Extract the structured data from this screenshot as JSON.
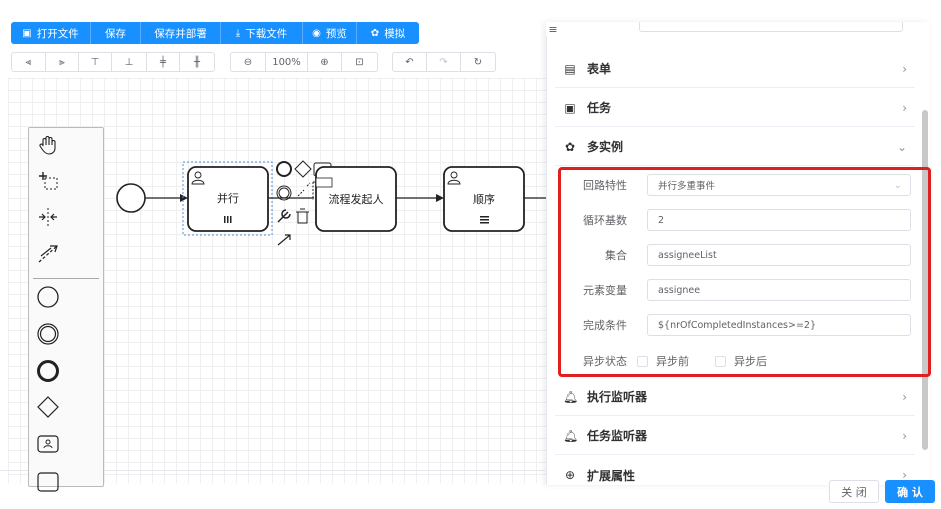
{
  "toolbar": {
    "buttons": [
      {
        "icon": "folder-open-icon",
        "label": "打开文件"
      },
      {
        "icon": "",
        "label": "保存"
      },
      {
        "icon": "",
        "label": "保存并部署"
      },
      {
        "icon": "download-icon",
        "label": "下载文件"
      },
      {
        "icon": "eye-icon",
        "label": "预览"
      },
      {
        "icon": "gear-icon",
        "label": "模拟"
      }
    ]
  },
  "zoom": {
    "level": "100%"
  },
  "diagram": {
    "tasks": [
      {
        "label": "并行",
        "marker": "parallel-multi-instance-icon"
      },
      {
        "label": "流程发起人",
        "marker": ""
      },
      {
        "label": "顺序",
        "marker": "sequential-multi-instance-icon"
      }
    ]
  },
  "panel": {
    "sections": {
      "form": "表单",
      "task": "任务",
      "multi_instance": "多实例",
      "exec_listener": "执行监听器",
      "task_listener": "任务监听器",
      "extension": "扩展属性"
    },
    "multi": {
      "loop_label": "回路特性",
      "loop_value": "并行多重事件",
      "cardinality_label": "循环基数",
      "cardinality_value": "2",
      "collection_label": "集合",
      "collection_value": "assigneeList",
      "element_label": "元素变量",
      "element_value": "assignee",
      "completion_label": "完成条件",
      "completion_value": "${nrOfCompletedInstances>=2}",
      "async_label": "异步状态",
      "async_before": "异步前",
      "async_after": "异步后"
    }
  },
  "footer": {
    "close": "关 闭",
    "ok": "确 认"
  },
  "colors": {
    "primary": "#1890ff",
    "highlight": "#e02020"
  }
}
